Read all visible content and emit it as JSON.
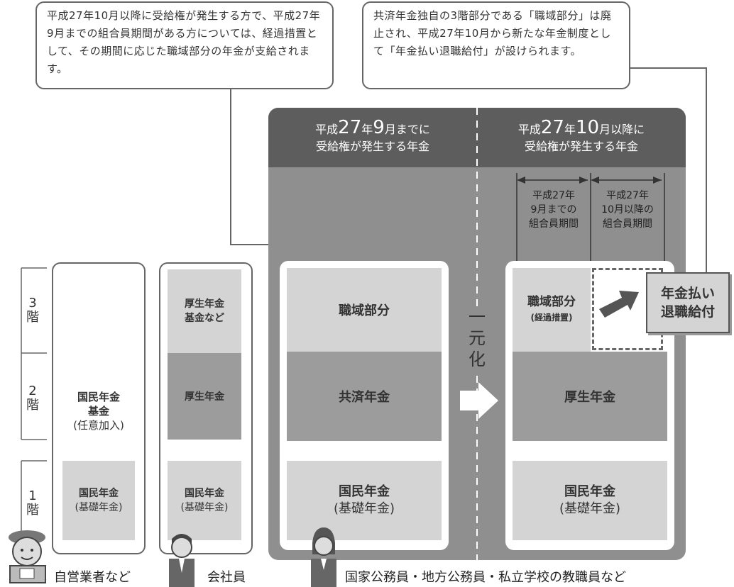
{
  "notes": {
    "left": "平成27年10月以降に受給権が発生する方で、平成27年9月までの組合員期間がある方については、経過措置として、その期間に応じた職域部分の年金が支給されます。",
    "right": "共済年金独自の3階部分である「職域部分」は廃止され、平成27年10月から新たな年金制度として「年金払い退職給付」が設けられます。"
  },
  "headers": {
    "before": {
      "prefix": "平成",
      "n1": "27",
      "m1": "年",
      "n2": "9",
      "m2": "月までに",
      "line2": "受給権が発生する年金"
    },
    "after": {
      "prefix": "平成",
      "n1": "27",
      "m1": "年",
      "n2": "10",
      "m2": "月以降に",
      "line2": "受給権が発生する年金"
    }
  },
  "periods": {
    "before": [
      "平成27年",
      "9月までの",
      "組合員期間"
    ],
    "after": [
      "平成27年",
      "10月以降の",
      "組合員期間"
    ]
  },
  "floors": [
    {
      "num": "3",
      "label": "階"
    },
    {
      "num": "2",
      "label": "階"
    },
    {
      "num": "1",
      "label": "階"
    }
  ],
  "self_employed": {
    "floor2": [
      "国民年金",
      "基金"
    ],
    "floor2_note": "(任意加入)",
    "floor1": [
      "国民年金",
      "(基礎年金)"
    ],
    "caption": "自営業者など"
  },
  "employee": {
    "floor3": [
      "厚生年金",
      "基金など"
    ],
    "floor2": "厚生年金",
    "floor1": [
      "国民年金",
      "(基礎年金)"
    ],
    "caption": "会社員"
  },
  "civil_before": {
    "floor3": "職域部分",
    "floor2": "共済年金",
    "floor1": [
      "国民年金",
      "(基礎年金)"
    ]
  },
  "unify_label": [
    "一",
    "元",
    "化"
  ],
  "civil_after": {
    "floor3": "職域部分",
    "floor3_note": "(経過措置)",
    "floor2": "厚生年金",
    "floor1": [
      "国民年金",
      "(基礎年金)"
    ]
  },
  "new_benefit": [
    "年金払い",
    "退職給付"
  ],
  "civil_caption": "国家公務員・地方公務員・私立学校の教職員など"
}
